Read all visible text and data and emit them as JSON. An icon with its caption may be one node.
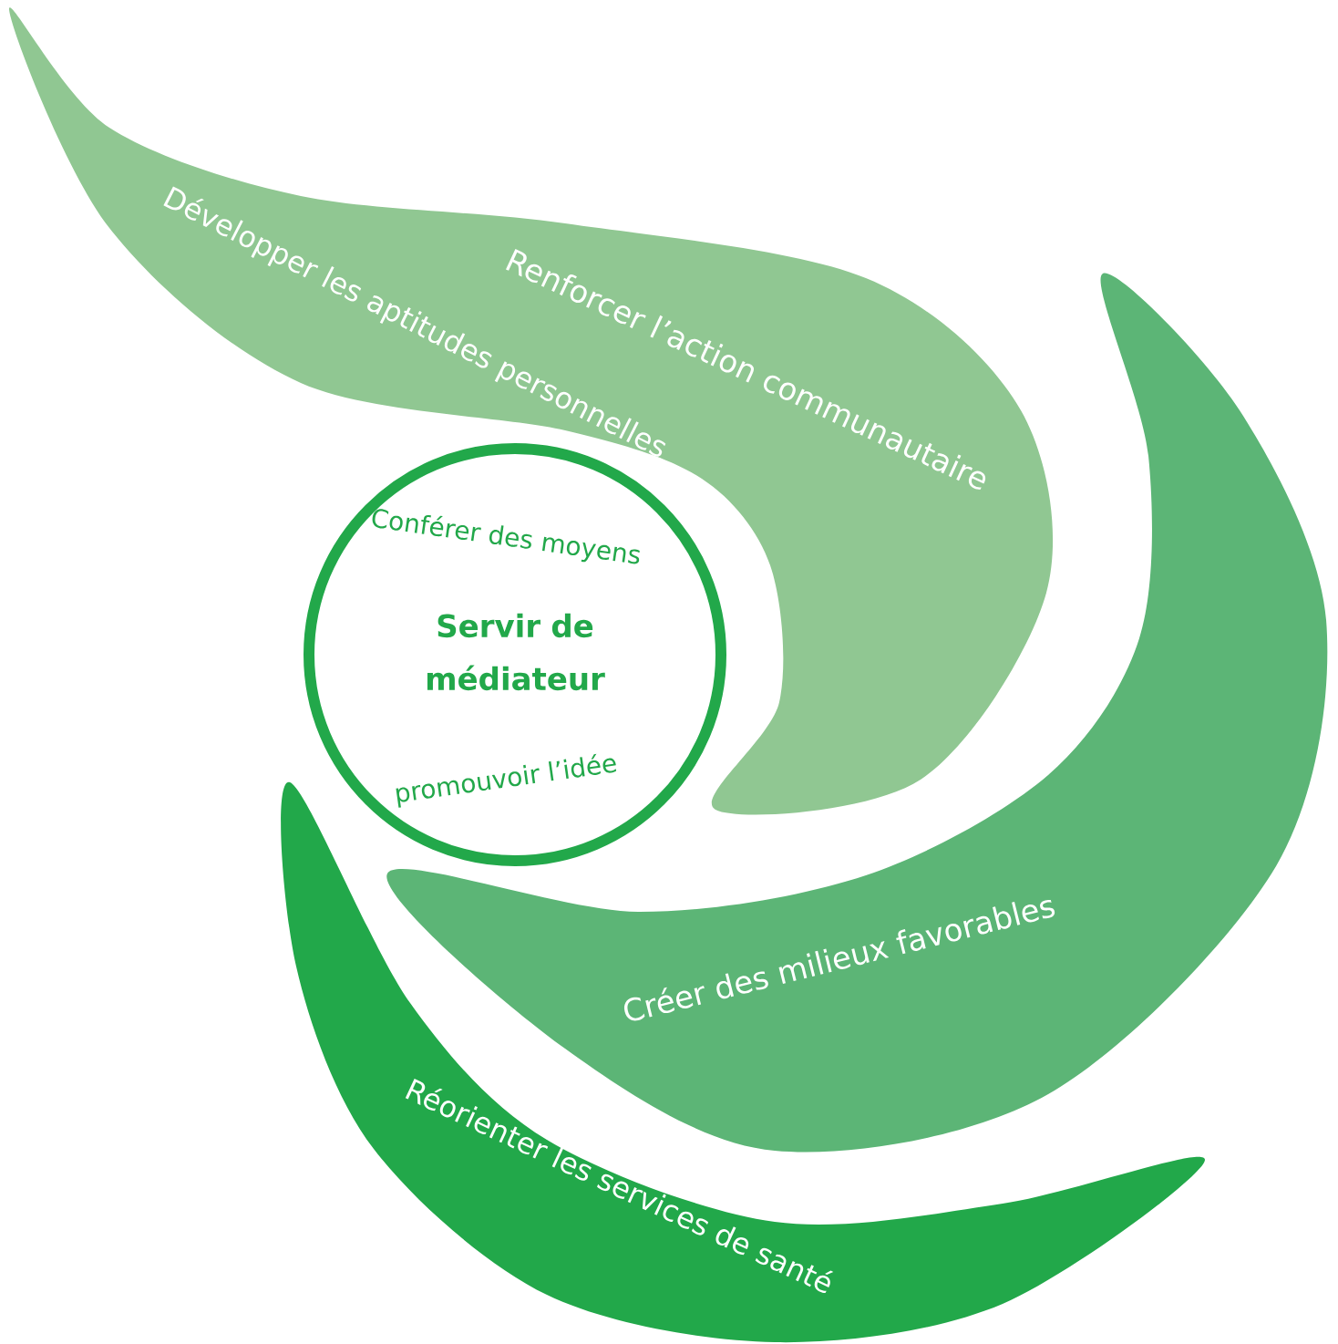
{
  "diagram": {
    "nodes": [
      {
        "text": [
          "Servir de médiateur",
          "Conférer des moyens",
          "promouvoir l’idée"
        ]
      },
      {
        "text": [
          "Développer les aptitudes personnelles",
          "Renforcer l’action communautaire"
        ]
      },
      {
        "text": [
          "Créer des milieux favorables"
        ]
      },
      {
        "text": [
          "Réorienter les services de santé"
        ]
      }
    ]
  }
}
